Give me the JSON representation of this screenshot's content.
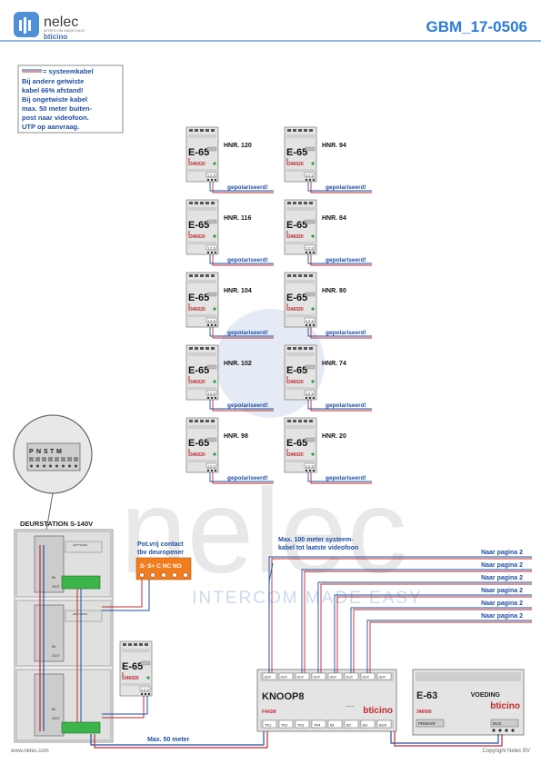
{
  "header": {
    "brand": "nelec",
    "brand_tagline": "INTERCOM MADE EASY",
    "sub_brand": "bticino",
    "doc_code": "GBM_17-0506"
  },
  "legend": {
    "line1": "= systeemkabel",
    "line2": "Bij andere getwiste",
    "line3": "kabel 66% afstand!",
    "line4": "Bij ongetwiste kabel",
    "line5": "max. 50 meter buiten-",
    "line6": "post naar videofoon.",
    "line7": "UTP op aanvraag."
  },
  "devices": {
    "model": "E-65",
    "code": "346020",
    "terminal": "1 2 3",
    "polarised": "gepolariseerd!",
    "units": [
      "HNR. 120",
      "HNR. 94",
      "HNR. 116",
      "HNR. 84",
      "HNR. 104",
      "HNR. 80",
      "HNR. 102",
      "HNR. 74",
      "HNR. 98",
      "HNR. 20"
    ]
  },
  "door_station": {
    "title": "DEURSTATION S-140V",
    "term_labels": [
      "P",
      "N",
      "S",
      "T",
      "M"
    ],
    "in_label": "IN",
    "out_label": "OUT",
    "module_code_1": "ARTT16030",
    "module_code_2": "ARTT16030"
  },
  "relay": {
    "line1": "Pot.vrij contact",
    "line2": "tbv deuropener",
    "terms": "S-  S+ C NC NO"
  },
  "extra_device": {
    "model": "E-65",
    "code": "346020",
    "terminal": "1 2 3"
  },
  "notes": {
    "max100_line1": "Max. 100 meter systeem-",
    "max100_line2": "kabel tot laatste videofoon",
    "max50": "Max. 50 meter",
    "next_page": "Naar pagina 2"
  },
  "knoop": {
    "title": "KNOOP8",
    "code": "F441M",
    "brand": "bticino",
    "top_terms": [
      "OUT",
      "OUT",
      "OUT",
      "OUT",
      "OUT",
      "OUT",
      "OUT",
      "OUT"
    ],
    "bottom_terms": [
      "TK1",
      "TK2",
      "TK3",
      "TK4",
      "B1",
      "B2",
      "B3",
      "BUS"
    ]
  },
  "psu": {
    "title": "E-63",
    "label": "VOEDING",
    "code": "346000",
    "brand": "bticino",
    "primair": "PRIMAIR",
    "bus": "BUS"
  },
  "footer": {
    "left": "www.nelec.com",
    "right": "Copyright Nelec BV"
  },
  "watermark": {
    "word": "nelec",
    "tagline": "INTERCOM MADE EASY"
  },
  "colors": {
    "blue": "#1e4fa3",
    "red": "#c0282d",
    "orange": "#f07d1e",
    "gray": "#d8d8d8",
    "green": "#22a03c",
    "watermark": "#dce4f2"
  }
}
